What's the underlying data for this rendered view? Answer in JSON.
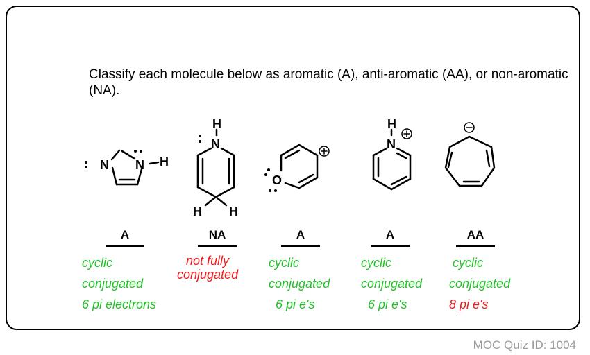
{
  "prompt": "Classify each molecule below as aromatic (A), anti-aromatic (AA), or non-aromatic (NA).",
  "atoms": {
    "N": "N",
    "H": "H",
    "O": "O"
  },
  "molecules": [
    {
      "name": "imidazole",
      "answer": "A",
      "notes": [
        {
          "text": "cyclic",
          "color": "#21c227"
        },
        {
          "text": "conjugated",
          "color": "#21c227"
        },
        {
          "text": "6 pi electrons",
          "color": "#21c227"
        }
      ]
    },
    {
      "name": "1,4-dihydropyridine",
      "answer": "NA",
      "notes": [
        {
          "text": "not fully",
          "color": "#f21b1b"
        },
        {
          "text": "conjugated",
          "color": "#f21b1b"
        }
      ]
    },
    {
      "name": "pyrylium",
      "answer": "A",
      "notes": [
        {
          "text": "cyclic",
          "color": "#21c227"
        },
        {
          "text": "conjugated",
          "color": "#21c227"
        },
        {
          "text": "6 pi e's",
          "color": "#21c227"
        }
      ]
    },
    {
      "name": "pyridinium",
      "answer": "A",
      "notes": [
        {
          "text": "cyclic",
          "color": "#21c227"
        },
        {
          "text": "conjugated",
          "color": "#21c227"
        },
        {
          "text": "6 pi e's",
          "color": "#21c227"
        }
      ]
    },
    {
      "name": "cycloheptatrienyl-anion",
      "answer": "AA",
      "notes": [
        {
          "text": "cyclic",
          "color": "#21c227"
        },
        {
          "text": "conjugated",
          "color": "#21c227"
        },
        {
          "text": "8 pi e's",
          "color": "#f21b1b"
        }
      ]
    }
  ],
  "footer": "MOC Quiz ID: 1004"
}
